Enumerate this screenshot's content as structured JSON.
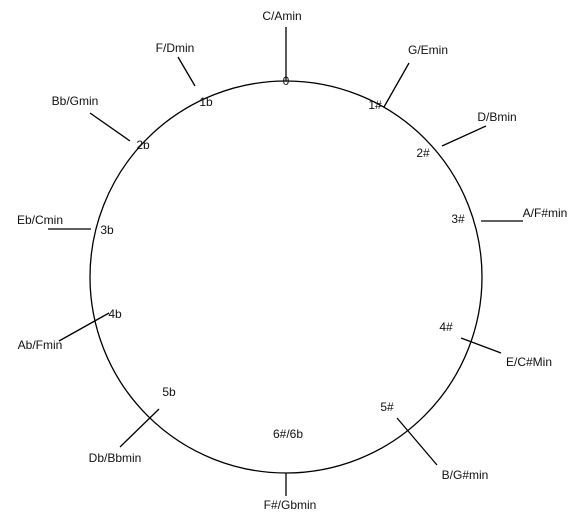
{
  "diagram": {
    "stroke_color": "#000000",
    "text_color": "#111111",
    "background": "#ffffff"
  },
  "positions": [
    {
      "key": "C/Amin",
      "accidentals": "0"
    },
    {
      "key": "G/Emin",
      "accidentals": "1#"
    },
    {
      "key": "D/Bmin",
      "accidentals": "2#"
    },
    {
      "key": "A/F#min",
      "accidentals": "3#"
    },
    {
      "key": "E/C#Min",
      "accidentals": "4#"
    },
    {
      "key": "B/G#min",
      "accidentals": "5#"
    },
    {
      "key": "F#/Gbmin",
      "accidentals": "6#/6b"
    },
    {
      "key": "Db/Bbmin",
      "accidentals": "5b"
    },
    {
      "key": "Ab/Fmin",
      "accidentals": "4b"
    },
    {
      "key": "Eb/Cmin",
      "accidentals": "3b"
    },
    {
      "key": "Bb/Gmin",
      "accidentals": "2b"
    },
    {
      "key": "F/Dmin",
      "accidentals": "1b"
    }
  ]
}
